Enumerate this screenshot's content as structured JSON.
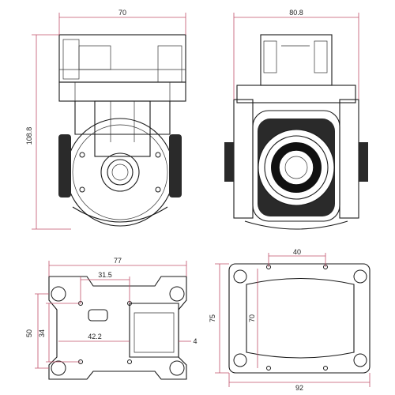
{
  "dimensions": {
    "top_left_width": "70",
    "top_left_height": "108.8",
    "top_right_width": "80.8",
    "bottom_left_width": "77",
    "bottom_left_inner": "31.5",
    "bottom_left_height": "50",
    "bottom_left_inner_height": "34",
    "bottom_left_offset": "42.2",
    "bottom_left_small": "4",
    "bottom_right_inner_width": "40",
    "bottom_right_height": "75",
    "bottom_right_inner_height": "70",
    "bottom_right_width": "92"
  },
  "colors": {
    "dimension_line": "#c0506a",
    "outline": "#1a1a1a"
  }
}
